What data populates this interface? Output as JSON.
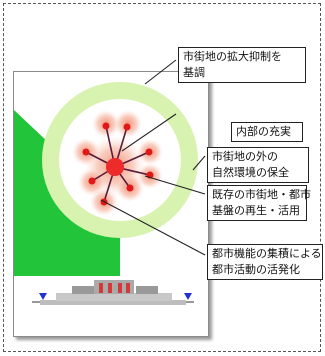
{
  "callouts": [
    {
      "lines": [
        "市街地の拡大抑制を",
        "基調"
      ]
    },
    {
      "lines": [
        "内部の充実"
      ]
    },
    {
      "lines": [
        "市街地の外の",
        "自然環境の保全"
      ]
    },
    {
      "lines": [
        "既存の市街地・都市",
        "基盤の再生・活用"
      ]
    },
    {
      "lines": [
        "都市機能の集積による",
        "都市活動の活発化"
      ]
    }
  ],
  "colors": {
    "green_slope": "#22c43a",
    "ring": "#d8f2b0",
    "blob": "#f2a088",
    "core_node": "#ee2b2b",
    "node": "#e01818",
    "base_dark": "#999999",
    "base_light": "#c8c8c8",
    "marker_blue": "#2233cc"
  }
}
